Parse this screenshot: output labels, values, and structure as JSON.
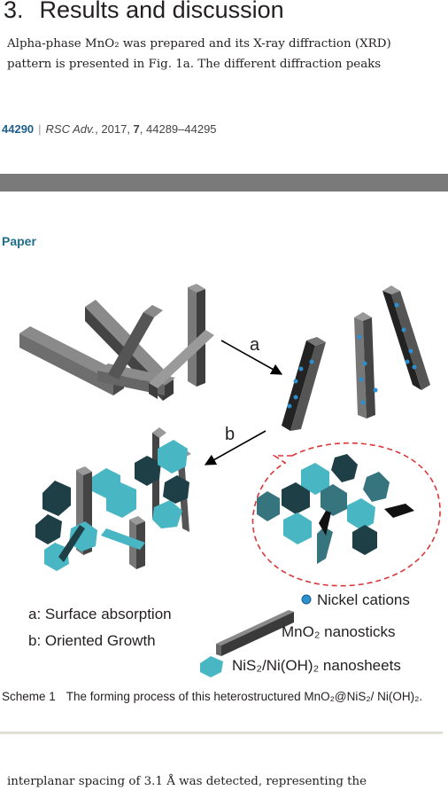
{
  "section": {
    "number": "3.",
    "title": "Results and discussion"
  },
  "paragraph1": {
    "line1": "Alpha-phase MnO₂ was prepared and its X-ray diffraction (XRD)",
    "line2": "pattern is presented in Fig. 1a. The different diffraction peaks"
  },
  "footer": {
    "page": "44290",
    "separator": "|",
    "journal": "RSC Adv.",
    "year_vol": ", 2017, ",
    "volume": "7",
    "pages": ", 44289–44295"
  },
  "header_label": "Paper",
  "scheme": {
    "label_a": "a",
    "label_b": "b",
    "legend_step_a": "a: Surface absorption",
    "legend_step_b": "b: Oriented Growth",
    "legend_nickel": "Nickel cations",
    "legend_mno2": "MnO₂ nanosticks",
    "legend_nis2": "NiS₂/Ni(OH)₂ nanosheets",
    "colors": {
      "rod": "#6b6b6b",
      "rod_dark": "#2f2f2f",
      "sheet": "#49b6c3",
      "sheet_dark": "#1f3f47",
      "cation": "#2b8fd0",
      "dashed": "#d9373a"
    }
  },
  "caption": {
    "label": "Scheme 1",
    "text": "The forming process of this heterostructured MnO₂@NiS₂/ Ni(OH)₂."
  },
  "paragraph2": {
    "line1": "interplanar spacing of 3.1 Å was detected, representing the"
  }
}
